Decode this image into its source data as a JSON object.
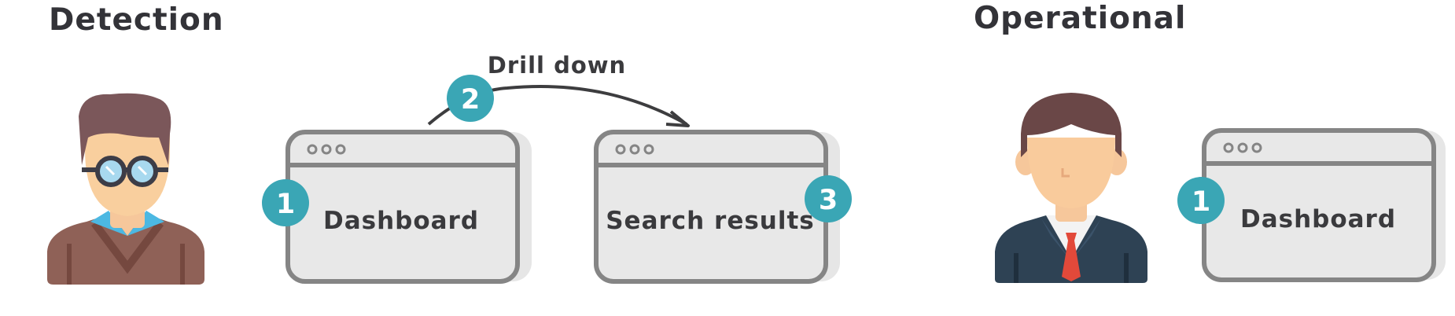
{
  "sections": {
    "detection": {
      "title": "Detection",
      "windows": {
        "dashboard": {
          "label": "Dashboard",
          "step": "1"
        },
        "search_results": {
          "label": "Search results",
          "step": "3"
        }
      },
      "arrow": {
        "label": "Drill down",
        "step": "2"
      },
      "persona_icon": "analyst-with-glasses-icon"
    },
    "operational": {
      "title": "Operational",
      "windows": {
        "dashboard": {
          "label": "Dashboard",
          "step": "1"
        }
      },
      "persona_icon": "businessman-with-tie-icon"
    }
  },
  "colors": {
    "badge": "#3aa6b5",
    "window_border": "#858585",
    "window_fill": "#e8e8e8",
    "shadow": "#e6e6e6",
    "text": "#3a3a3d"
  }
}
